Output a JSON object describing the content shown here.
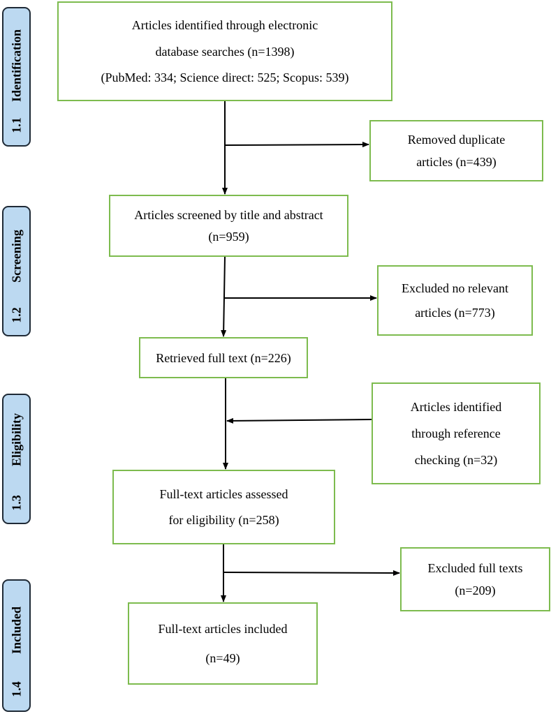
{
  "stages": [
    {
      "num": "1.1",
      "label": "Identification"
    },
    {
      "num": "1.2",
      "label": "Screening"
    },
    {
      "num": "1.3",
      "label": "Eligibility"
    },
    {
      "num": "1.4",
      "label": "Included"
    }
  ],
  "boxes": {
    "identified": {
      "line1": "Articles identified through electronic",
      "line2": "database searches (n=1398)",
      "line3": "(PubMed: 334; Science direct: 525; Scopus: 539)"
    },
    "duplicates": {
      "line1": "Removed duplicate",
      "line2": "articles (n=439)"
    },
    "screened": {
      "line1": "Articles screened by title and abstract",
      "line2": "(n=959)"
    },
    "excluded_irrelevant": {
      "line1": "Excluded no relevant",
      "line2": "articles (n=773)"
    },
    "retrieved": {
      "line1": "Retrieved full text (n=226)"
    },
    "reference": {
      "line1": "Articles identified",
      "line2": "through reference",
      "line3": "checking (n=32)"
    },
    "assessed": {
      "line1": "Full-text articles assessed",
      "line2": "for eligibility (n=258)"
    },
    "excluded_full": {
      "line1": "Excluded full texts",
      "line2": "(n=209)"
    },
    "included": {
      "line1": "Full-text articles included",
      "line2": "(n=49)"
    }
  },
  "colors": {
    "box_border": "#7dbb4e",
    "stage_fill": "#bcd9f1",
    "stage_border": "#1f2a36",
    "arrow": "#000000"
  }
}
